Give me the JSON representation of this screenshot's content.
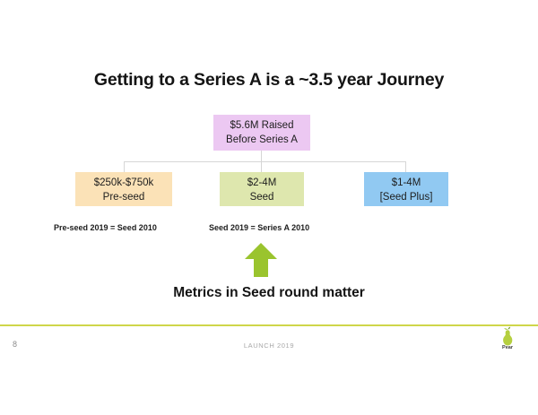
{
  "slide": {
    "title": "Getting to a Series A is a ~3.5 year Journey",
    "takeaway": "Metrics in Seed round matter"
  },
  "diagram": {
    "top_node": {
      "line1": "$5.6M Raised",
      "line2": "Before Series A",
      "color": "#ecc8f2"
    },
    "stages": [
      {
        "amount": "$250k-$750k",
        "stage": "Pre-seed",
        "color": "#fbe2b7",
        "caption": "Pre-seed 2019  =  Seed 2010"
      },
      {
        "amount": "$2-4M",
        "stage": "Seed",
        "color": "#dee7ae",
        "caption": "Seed 2019  =  Series A 2010"
      },
      {
        "amount": "$1-4M",
        "stage": "[Seed Plus]",
        "color": "#91c9f2",
        "caption": ""
      }
    ],
    "arrow_color": "#9ac42e",
    "connector_color": "#d6d6d6"
  },
  "footer": {
    "page_number": "8",
    "center_text": "LAUNCH 2019",
    "logo_name": "Pear",
    "rule_color": "#cfd64a",
    "logo_color": "#b5cf3f"
  }
}
